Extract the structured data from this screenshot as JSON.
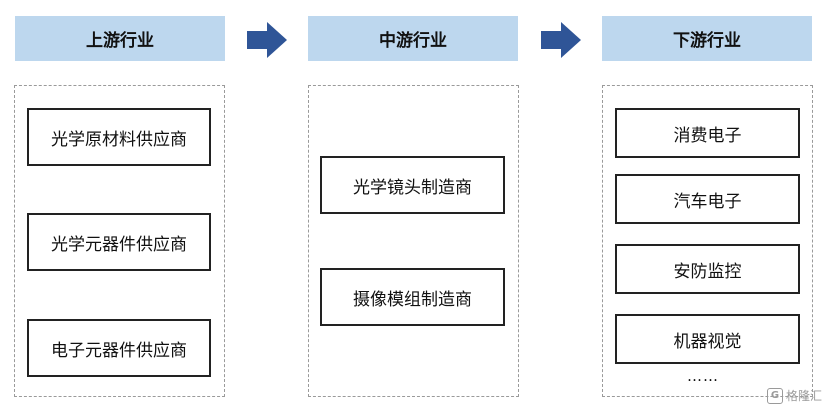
{
  "colors": {
    "header_bg": "#bdd7ee",
    "arrow": "#2f5597"
  },
  "columns": [
    {
      "title": "上游行业",
      "items": [
        "光学原材料供应商",
        "光学元器件供应商",
        "电子元器件供应商"
      ]
    },
    {
      "title": "中游行业",
      "items": [
        "光学镜头制造商",
        "摄像模组制造商"
      ]
    },
    {
      "title": "下游行业",
      "items": [
        "消费电子",
        "汽车电子",
        "安防监控",
        "机器视觉"
      ],
      "more": "……"
    }
  ],
  "watermark": {
    "logo": "G",
    "text": "格隆汇"
  }
}
